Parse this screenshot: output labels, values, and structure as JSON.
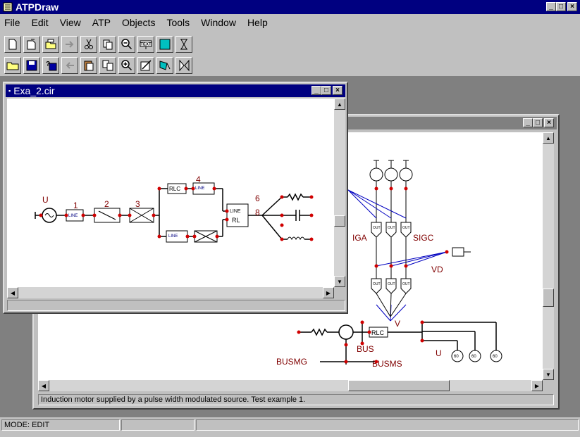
{
  "app": {
    "title": "ATPDraw"
  },
  "menu": [
    "File",
    "Edit",
    "View",
    "ATP",
    "Objects",
    "Tools",
    "Window",
    "Help"
  ],
  "toolbar_rows": [
    [
      "new-file",
      "open-file",
      "open-library",
      "redo-arrow",
      "cut",
      "copy",
      "zoom-out",
      "text",
      "fill-square",
      "hourglass"
    ],
    [
      "open-folder",
      "save",
      "save-as",
      "undo-arrow",
      "paste",
      "paste-special",
      "zoom-in",
      "line-draw",
      "select-region",
      "flip"
    ]
  ],
  "window_front": {
    "title": "Exa_2.cir"
  },
  "window_back": {
    "title": "",
    "status_text": "Induction motor supplied by a pulse width modulated source. Test example 1."
  },
  "circuit_front": {
    "labels": {
      "source": "U",
      "node1": "1",
      "node2": "2",
      "node3": "3",
      "node4": "4",
      "node6": "6",
      "node8": "8"
    },
    "components": {
      "line1": "LINE",
      "rlc": "RLC",
      "line_rl_top": "LINE",
      "line_rl_bottom": "LINE",
      "line_rl_main": "LINE",
      "rl": "RL"
    }
  },
  "circuit_back": {
    "labels": {
      "siga": "IGA",
      "sigc": "SIGC",
      "vd": "VD",
      "v": "V",
      "bus": "BUS",
      "busmg": "BUSMG",
      "busms": "BUSMS",
      "u": "U",
      "rlc": "RLC"
    }
  },
  "status": {
    "mode": "MODE: EDIT"
  },
  "colors": {
    "title_active": "#000080",
    "wire": "#000000",
    "node": "#d00000",
    "signal": "#0000c0",
    "label": "#800000"
  }
}
